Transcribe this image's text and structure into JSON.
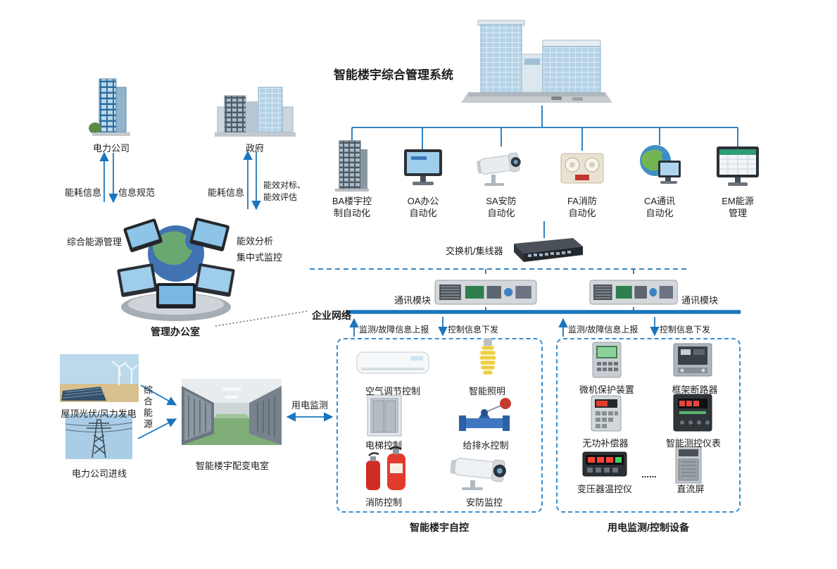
{
  "title": "智能楼宇综合管理系统",
  "subsystems": [
    {
      "line1": "BA楼宇控",
      "line2": "制自动化"
    },
    {
      "line1": "OA办公",
      "line2": "自动化"
    },
    {
      "line1": "SA安防",
      "line2": "自动化"
    },
    {
      "line1": "FA消防",
      "line2": "自动化"
    },
    {
      "line1": "CA通讯",
      "line2": "自动化"
    },
    {
      "line1": "EM能源",
      "line2": "管理"
    }
  ],
  "network": {
    "switch_label": "交换机/集线器",
    "comm_module_left": "通讯模块",
    "comm_module_right": "通讯模块",
    "enterprise_label": "企业网络"
  },
  "flow": {
    "report_left": "监测/故障信息上报",
    "control_left": "控制信息下发",
    "report_right": "监测/故障信息上报",
    "control_right": "控制信息下发"
  },
  "left_panel": {
    "power_company": "电力公司",
    "government": "政府",
    "energy_info_left": "能耗信息",
    "info_standard": "信息规范",
    "energy_info_gov": "能耗信息",
    "benchmark1": "能效对标、",
    "benchmark2": "能效评估",
    "integrated_mgmt": "综合能源管理",
    "analysis": "能效分析",
    "central_monitor": "集中式监控",
    "office": "管理办公室"
  },
  "supply": {
    "pv_wind": "屋顶光伏/风力发电",
    "grid_inline": "电力公司进线",
    "integrated_energy": "综合能源",
    "substation": "智能楼宇配变电室",
    "power_monitor": "用电监测"
  },
  "automation_box": {
    "title": "智能楼宇自控",
    "items": [
      {
        "label": "空气调节控制"
      },
      {
        "label": "智能照明"
      },
      {
        "label": "电梯控制"
      },
      {
        "label": "给排水控制"
      },
      {
        "label": "消防控制"
      },
      {
        "label": "安防监控"
      }
    ]
  },
  "device_box": {
    "title": "用电监测/控制设备",
    "items": [
      {
        "label": "微机保护装置"
      },
      {
        "label": "框架断路器"
      },
      {
        "label": "无功补偿器"
      },
      {
        "label": "智能测控仪表"
      },
      {
        "label": "变压器温控仪"
      },
      {
        "label": "直流屏"
      }
    ],
    "more": "......"
  },
  "colors": {
    "line_blue": "#1b75bc",
    "box_dash_blue": "#3a8fd1"
  }
}
